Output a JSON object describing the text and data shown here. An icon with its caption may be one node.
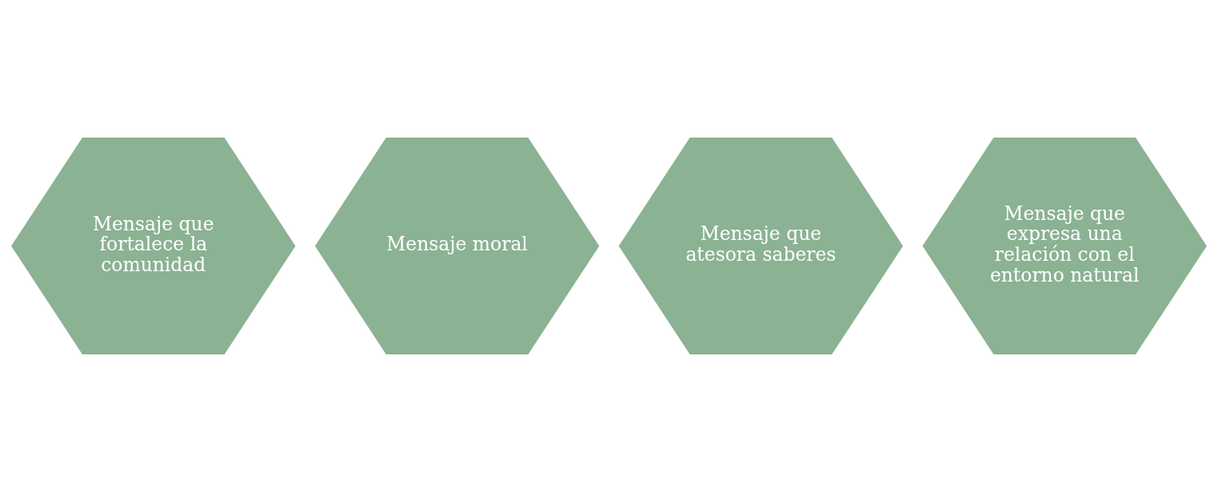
{
  "diagram": {
    "nodes": [
      {
        "text": [
          "Mensaje que fortalece la comunidad"
        ]
      },
      {
        "text": [
          "Mensaje moral"
        ]
      },
      {
        "text": [
          "Mensaje que atesora saberes"
        ]
      },
      {
        "text": [
          "Mensaje que expresa una relación con el entorno natural"
        ]
      }
    ],
    "edges": []
  }
}
